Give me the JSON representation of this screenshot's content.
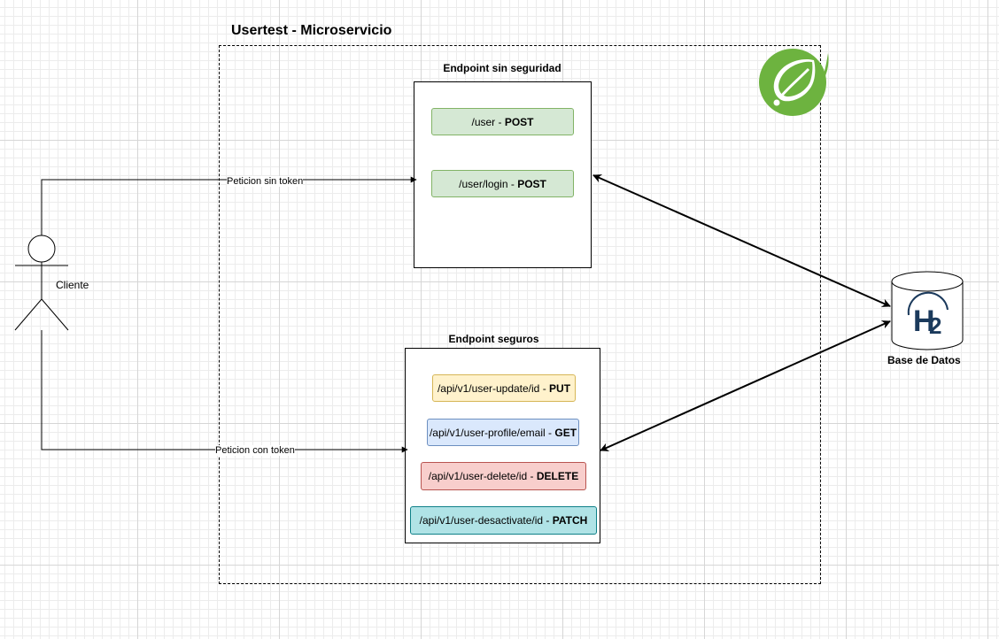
{
  "diagram": {
    "title": "Usertest - Microservicio",
    "actor": {
      "label": "Cliente"
    },
    "unsecured_box": {
      "title": "Endpoint sin seguridad",
      "endpoints": [
        {
          "path": "/user",
          "sep": " - ",
          "method": "POST",
          "color": "#d5e8d4"
        },
        {
          "path": "/user/login",
          "sep": " - ",
          "method": "POST",
          "color": "#d5e8d4"
        }
      ]
    },
    "secured_box": {
      "title": "Endpoint seguros",
      "endpoints": [
        {
          "path": "/api/v1/user-update/id",
          "sep": " - ",
          "method": "PUT",
          "color": "#fff2cc"
        },
        {
          "path": "/api/v1/user-profile/email",
          "sep": " - ",
          "method": "GET",
          "color": "#dae8fc"
        },
        {
          "path": "/api/v1/user-delete/id",
          "sep": " - ",
          "method": "DELETE",
          "color": "#f8cecc"
        },
        {
          "path": "/api/v1/user-desactivate/id",
          "sep": " - ",
          "method": "PATCH",
          "color": "#b0e3e6"
        }
      ]
    },
    "connectors": {
      "unsecured_label": "Peticion sin token",
      "secured_label": "Peticion con token"
    },
    "database": {
      "label": "Base de Datos",
      "logo_text": "H2",
      "logo_icon": "h2-database-icon"
    },
    "framework_logo": {
      "icon": "spring-leaf-icon",
      "color": "#6db33f"
    }
  }
}
